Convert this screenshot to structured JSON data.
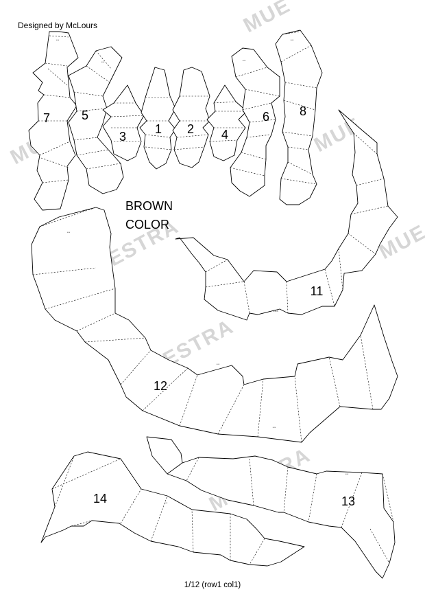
{
  "header": {
    "credit": "Designed by McLours"
  },
  "note": {
    "line1": "BROWN",
    "line2": "COLOR"
  },
  "footer": {
    "page_label": "1/12 (row1 col1)"
  },
  "watermarks": {
    "mue": "MUE",
    "muestra": "MUESTRA"
  },
  "pieces": [
    {
      "id": "1",
      "label": "1"
    },
    {
      "id": "2",
      "label": "2"
    },
    {
      "id": "3",
      "label": "3"
    },
    {
      "id": "4",
      "label": "4"
    },
    {
      "id": "5",
      "label": "5"
    },
    {
      "id": "6",
      "label": "6"
    },
    {
      "id": "7",
      "label": "7"
    },
    {
      "id": "8",
      "label": "8"
    },
    {
      "id": "11",
      "label": "11"
    },
    {
      "id": "12",
      "label": "12"
    },
    {
      "id": "13",
      "label": "13"
    },
    {
      "id": "14",
      "label": "14"
    }
  ],
  "edge_marks": {
    "generic": "***",
    "bottom_11": "2K3"
  }
}
